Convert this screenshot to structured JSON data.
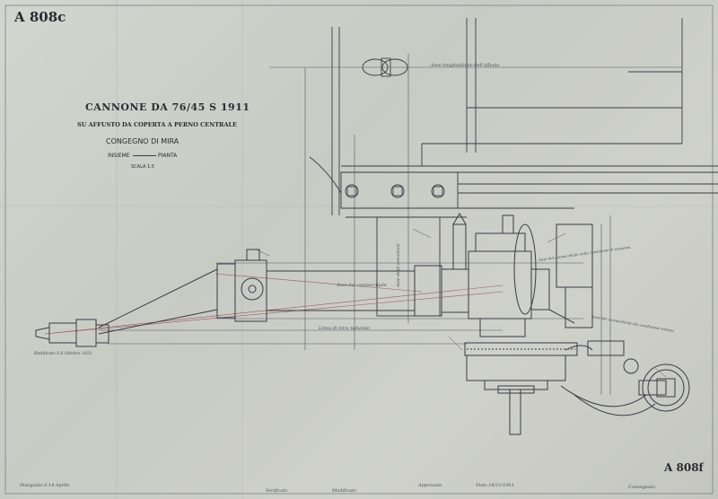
{
  "sheet_id_top": "A 808c",
  "sheet_id_bottom": "A 808f",
  "title": {
    "line1": "CANNONE DA 76/45 S 1911",
    "line2": "SU AFFUSTO DA COPERTA A PERNO CENTRALE",
    "line3": "CONGEGNO DI MIRA",
    "line4_left": "INSIEME",
    "line4_right": "PIANTA",
    "scale": "SCALA 1:5"
  },
  "annotations": {
    "asse_longitudinale": "Asse longitudinale dell'affusto",
    "asse_cannocchiale": "Asse del cannocchiale",
    "linea_mira": "Linea di mira naturale",
    "asse_cannocchiale_right": "Asse del cannocchiale nella condizione di massima",
    "asse_cannocchiale_right2": "Asse del cannocchiale alla condizione minima",
    "asse_degli_orecchioni": "Asse degli orecchioni",
    "raddrizzata": "Rettificato il 6 Ottobre 1923"
  },
  "footer_notes": {
    "n1": "Disegnato il 14 Aprile",
    "n2": "Verificato",
    "n3": "Modificato",
    "n4": "Approvato",
    "n5": "Visto 18/11/1911",
    "n6": "Consegnato"
  },
  "colors": {
    "paper": "#cfd1ca",
    "ink": "#3a3a46",
    "red_line": "#9a5a5a"
  }
}
